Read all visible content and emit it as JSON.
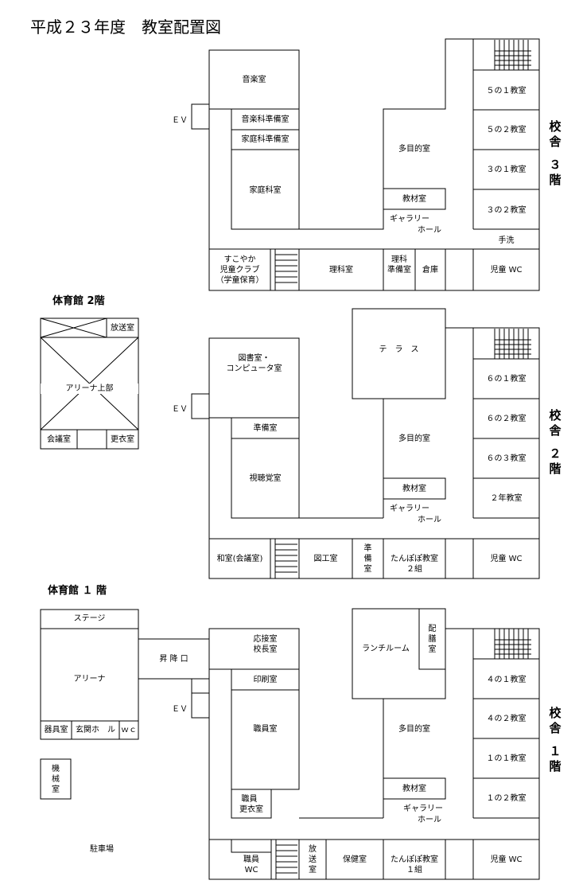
{
  "title": "平成２３年度　教室配置図",
  "floor3": {
    "building": [
      "校",
      "舎"
    ],
    "floor_num": "３",
    "floor_unit": "階",
    "rooms": {
      "music": "音楽室",
      "music_prep": "音楽科準備室",
      "home_prep": "家庭科準備室",
      "home": "家庭科室",
      "multi": "多目的室",
      "materials": "教材室",
      "gallery_1": "ギャラリー",
      "gallery_2": "ホール",
      "c51": "５の１教室",
      "c52": "５の２教室",
      "c31": "３の１教室",
      "c32": "３の２教室",
      "wash": "手洗",
      "club_1": "すこやか",
      "club_2": "児童クラブ",
      "club_3": "（学童保育）",
      "science": "理科室",
      "sci_prep_1": "理科",
      "sci_prep_2": "準備室",
      "storage": "倉庫",
      "wc": "児童 WC",
      "ev": "ＥＶ"
    }
  },
  "floor2": {
    "building": [
      "校",
      "舎"
    ],
    "floor_num": "２",
    "floor_unit": "階",
    "rooms": {
      "library_1": "図書室・",
      "library_2": "コンピュータ室",
      "terrace": "テ　ラ　ス",
      "prep": "準備室",
      "av": "視聴覚室",
      "multi": "多目的室",
      "materials": "教材室",
      "gallery_1": "ギャラリー",
      "gallery_2": "ホール",
      "c61": "６の１教室",
      "c62": "６の２教室",
      "c63": "６の３教室",
      "c2": "２年教室",
      "japanese": "和室(会議室)",
      "art": "図工室",
      "art_prep": [
        "準",
        "備",
        "室"
      ],
      "tanpopo_1": "たんぽぽ教室",
      "tanpopo_2": "２組",
      "wc": "児童 WC",
      "ev": "ＥＶ"
    }
  },
  "floor1": {
    "building": [
      "校",
      "舎"
    ],
    "floor_num": "１",
    "floor_unit": "階",
    "rooms": {
      "reception_1": "応接室",
      "reception_2": "校長室",
      "lunch": "ランチルーム",
      "serving": [
        "配",
        "膳",
        "室"
      ],
      "printing": "印刷室",
      "staff": "職員室",
      "staff_locker_1": "職員",
      "staff_locker_2": "更衣室",
      "multi": "多目的室",
      "materials": "教材室",
      "gallery_1": "ギャラリー",
      "gallery_2": "ホール",
      "c41": "４の１教室",
      "c42": "４の２教室",
      "c11": "１の１教室",
      "c12": "１の２教室",
      "staff_wc_1": "職員",
      "staff_wc_2": "WC",
      "broadcast": [
        "放",
        "送",
        "室"
      ],
      "health": "保健室",
      "tanpopo_1": "たんぽぽ教室",
      "tanpopo_2": "１組",
      "wc": "児童 WC",
      "entrance": "昇 降 口",
      "ev": "ＥＶ"
    }
  },
  "gym2": {
    "header": "体育館 2階",
    "broadcast": "放送室",
    "arena_upper": "アリーナ上部",
    "meeting": "会議室",
    "changing": "更衣室"
  },
  "gym1": {
    "header": "体育館 １ 階",
    "stage": "ステージ",
    "arena": "アリーナ",
    "equipment": "器具室",
    "hall": "玄関ホ　ル",
    "wc": "ｗｃ",
    "machine": [
      "機",
      "械",
      "室"
    ],
    "parking": "駐車場"
  }
}
